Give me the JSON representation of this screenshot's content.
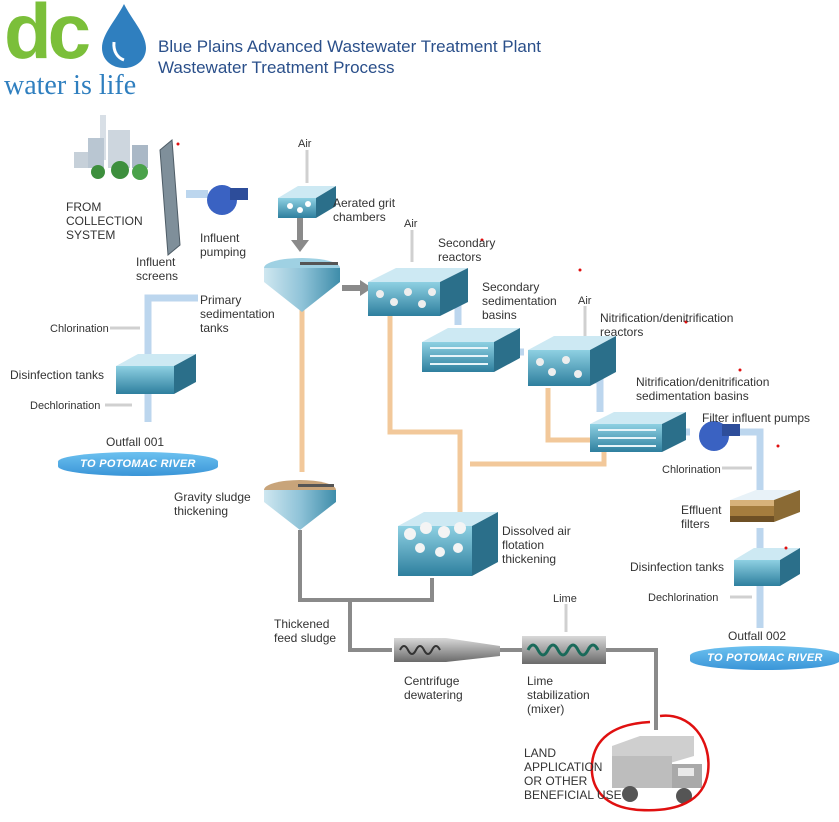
{
  "logo": {
    "main": "dc",
    "tagline": "water is life"
  },
  "title": {
    "line1": "Blue Plains Advanced Wastewater Treatment Plant",
    "line2": "Wastewater Treatment Process"
  },
  "labels": {
    "from_collection": [
      "FROM",
      "COLLECTION",
      "SYSTEM"
    ],
    "influent_screens": [
      "Influent",
      "screens"
    ],
    "influent_pumping": [
      "Influent",
      "pumping"
    ],
    "air1": "Air",
    "aerated_grit": [
      "Aerated grit",
      "chambers"
    ],
    "air2": "Air",
    "secondary_reactors": [
      "Secondary",
      "reactors"
    ],
    "primary_sed": [
      "Primary",
      "sedimentation",
      "tanks"
    ],
    "secondary_sed": [
      "Secondary",
      "sedimentation",
      "basins"
    ],
    "air3": "Air",
    "nitri_reactors": [
      "Nitrification/denitrification",
      "reactors"
    ],
    "chlorination1": "Chlorination",
    "disinfection1": "Disinfection tanks",
    "dechlorination1": "Dechlorination",
    "nitri_basins": [
      "Nitrification/denitrification",
      "sedimentation basins"
    ],
    "filter_pumps": "Filter influent pumps",
    "outfall1": "Outfall 001",
    "river1": "TO POTOMAC RIVER",
    "chlorination2": "Chlorination",
    "gravity": [
      "Gravity sludge",
      "thickening"
    ],
    "effluent_filters": [
      "Effluent",
      "filters"
    ],
    "daf": [
      "Dissolved air",
      "flotation",
      "thickening"
    ],
    "disinfection2": "Disinfection tanks",
    "dechlorination2": "Dechlorination",
    "lime": "Lime",
    "thickened_feed": [
      "Thickened",
      "feed sludge"
    ],
    "outfall2": "Outfall 002",
    "river2": "TO POTOMAC RIVER",
    "centrifuge": [
      "Centrifuge",
      "dewatering"
    ],
    "lime_stab": [
      "Lime",
      "stabilization",
      "(mixer)"
    ],
    "land_app": [
      "LAND",
      "APPLICATION",
      "OR OTHER",
      "BENEFICIAL USE"
    ]
  },
  "colors": {
    "water": "#bcd6ee",
    "sludge": "#f2c89a",
    "dewater": "#9a9a9a",
    "tank": "#4a9db8",
    "annotation": "#e01010",
    "logo_green": "#7bbf3a",
    "logo_blue": "#2f7fbf",
    "title": "#2a4f8a"
  }
}
